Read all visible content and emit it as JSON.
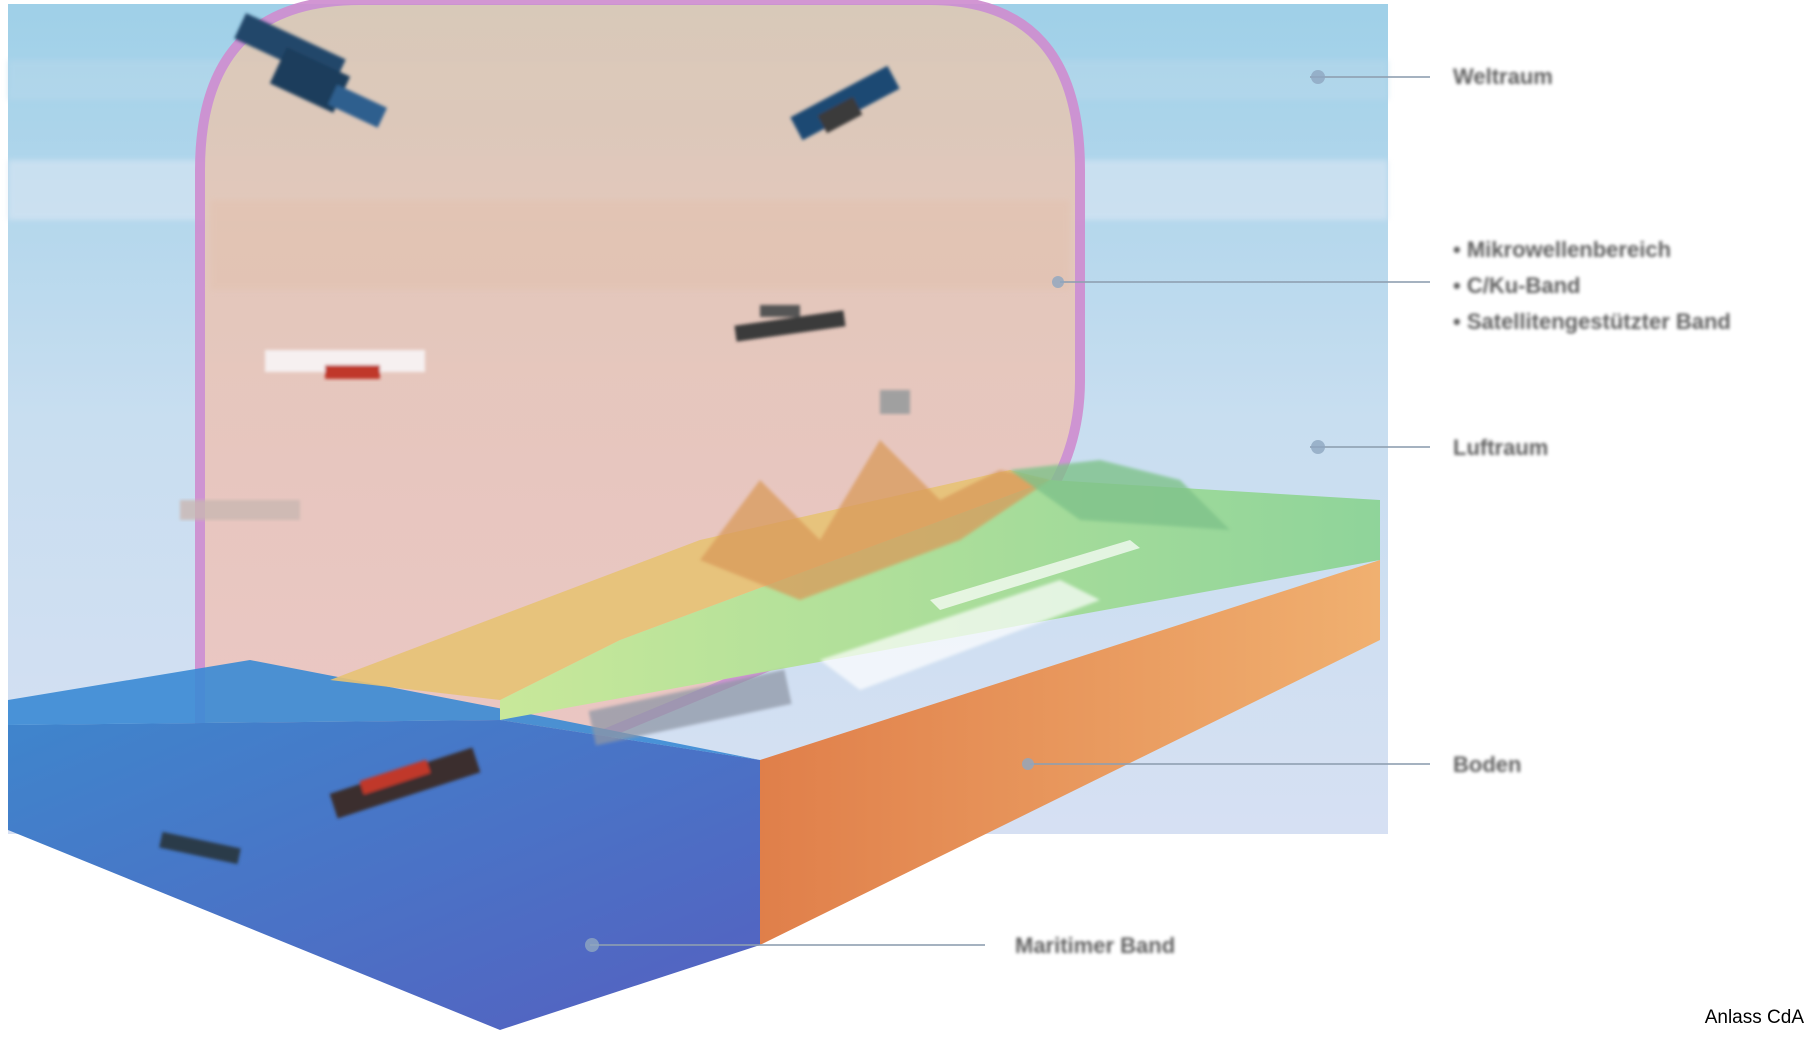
{
  "labels": {
    "top": "Weltraum",
    "middle_items": [
      "Mikrowellenbereich",
      "C/Ku-Band",
      "Satellitengestützter Band"
    ],
    "air": "Luftraum",
    "ground": "Boden",
    "sea": "Maritimer Band"
  },
  "credit": "Anlass CdA",
  "colors": {
    "sky": "#a9cde8",
    "dome": "#e9c6c4",
    "dome_edge": "#c98bc4",
    "sea": "#3f78c8",
    "land": "#9ed89a",
    "soil": "#e6a867",
    "sand": "#e2c27a",
    "leader_line": "#8e9fb0"
  }
}
